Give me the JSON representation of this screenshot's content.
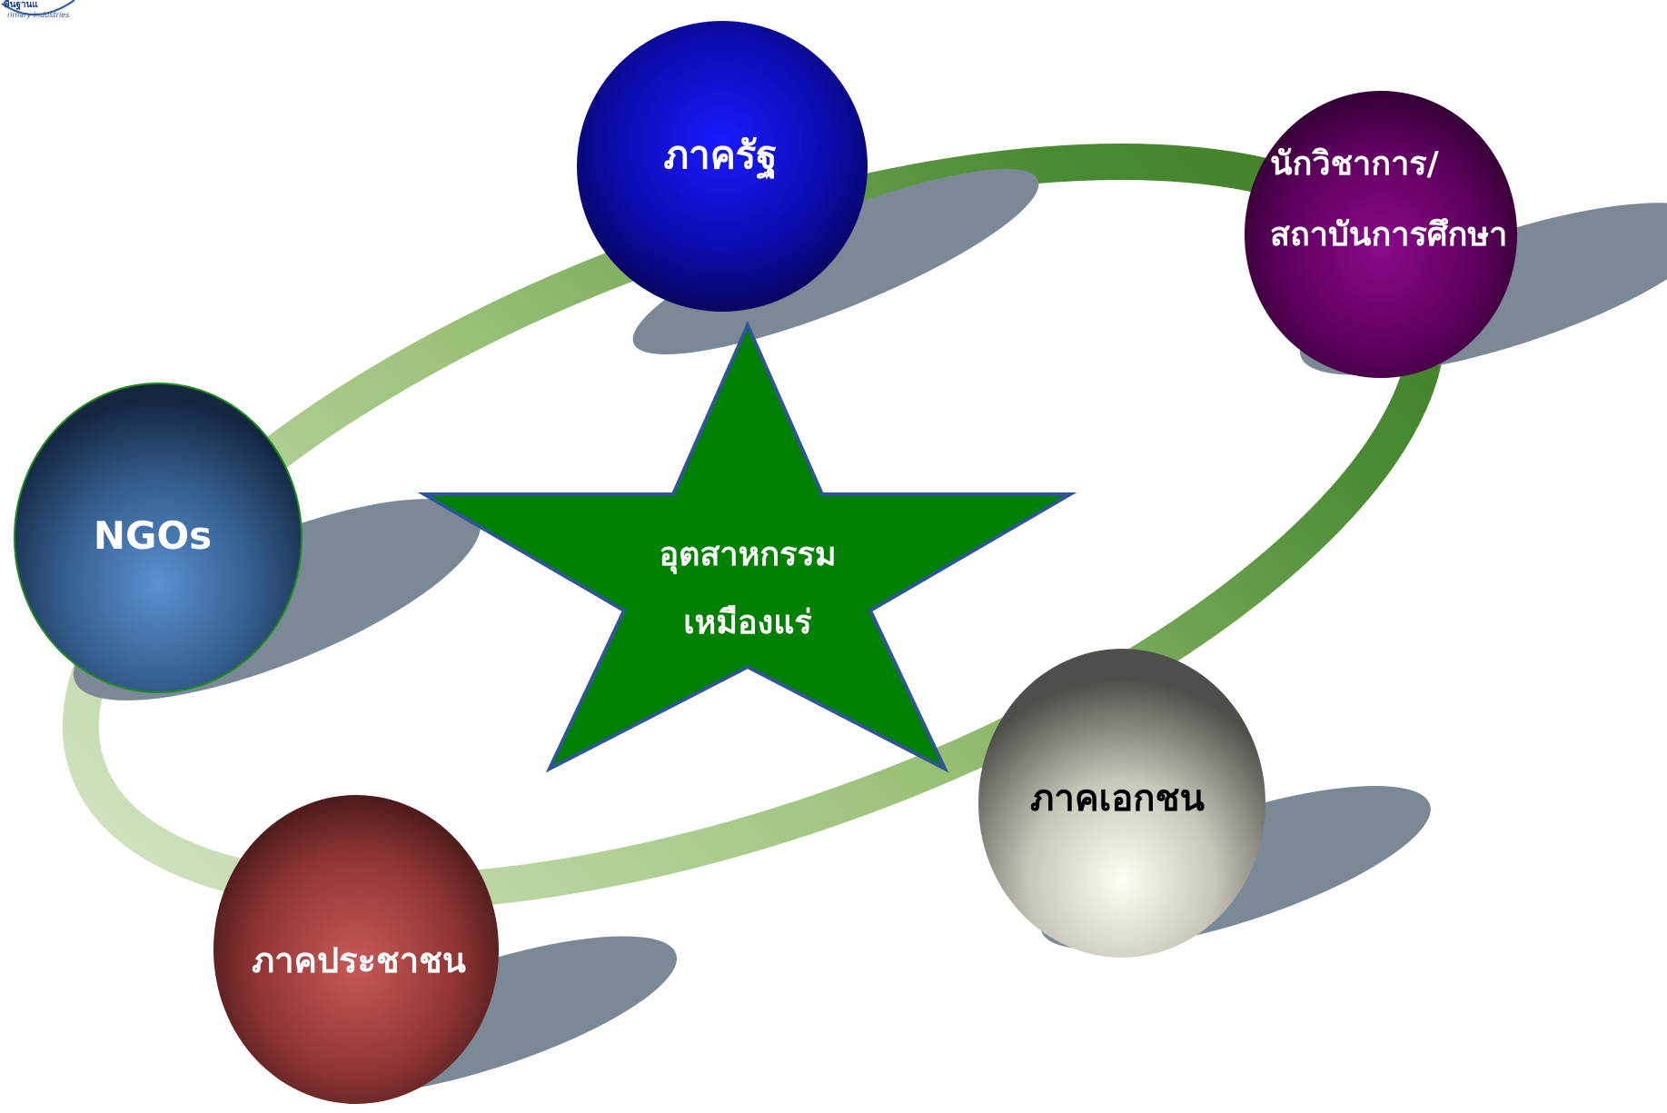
{
  "logo": {
    "line1": "พื้นฐานแ",
    "line2": "rimary Industries"
  },
  "center": {
    "line1": "อุตสาหกรรม",
    "line2": "เหมืองแร่",
    "fill": "#008000",
    "stroke": "#2F5597"
  },
  "nodes": {
    "government": {
      "label": "ภาครัฐ",
      "color": "#1010F0",
      "text_color": "#FFFFFF"
    },
    "academia": {
      "line1": "นักวิชาการ/",
      "line2": "สถาบันการศึกษา",
      "color": "#7A007A",
      "text_color": "#FFFFFF"
    },
    "ngos": {
      "label": "NGOs",
      "color": "#4A7FC0",
      "text_color": "#FFFFFF"
    },
    "private": {
      "label": "ภาคเอกชน",
      "color": "#F2F0E2",
      "text_color": "#000000"
    },
    "public": {
      "label": "ภาคประชาชน",
      "color": "#C05050",
      "text_color": "#FFFFFF"
    }
  },
  "ring": {
    "dark": "#3E7A26",
    "light": "#D6E6C6"
  },
  "shadow_color": "#7B8896"
}
